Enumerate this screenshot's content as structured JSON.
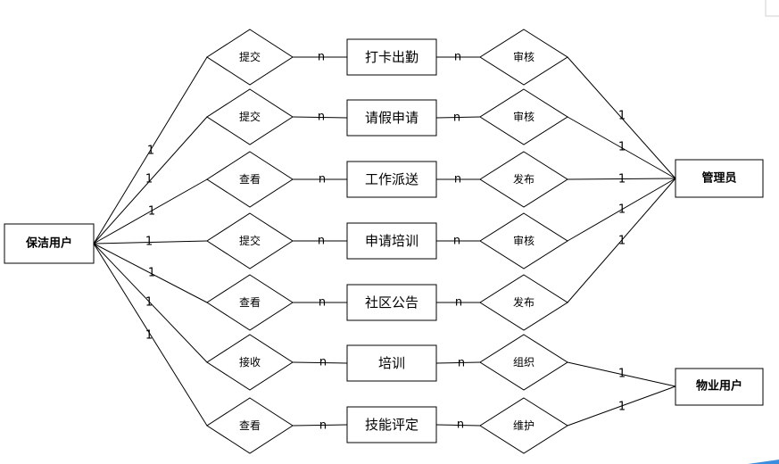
{
  "actors": {
    "cleaner": "保洁用户",
    "admin": "管理员",
    "property": "物业用户"
  },
  "rows": [
    {
      "left_rel": "提交",
      "entity": "打卡出勤",
      "right_rel": "审核"
    },
    {
      "left_rel": "提交",
      "entity": "请假申请",
      "right_rel": "审核"
    },
    {
      "left_rel": "查看",
      "entity": "工作派送",
      "right_rel": "发布"
    },
    {
      "left_rel": "提交",
      "entity": "申请培训",
      "right_rel": "审核"
    },
    {
      "left_rel": "查看",
      "entity": "社区公告",
      "right_rel": "发布"
    },
    {
      "left_rel": "接收",
      "entity": "培训",
      "right_rel": "组织"
    },
    {
      "left_rel": "查看",
      "entity": "技能评定",
      "right_rel": "维护"
    }
  ],
  "cardinality": {
    "one": "1",
    "many": "n"
  }
}
